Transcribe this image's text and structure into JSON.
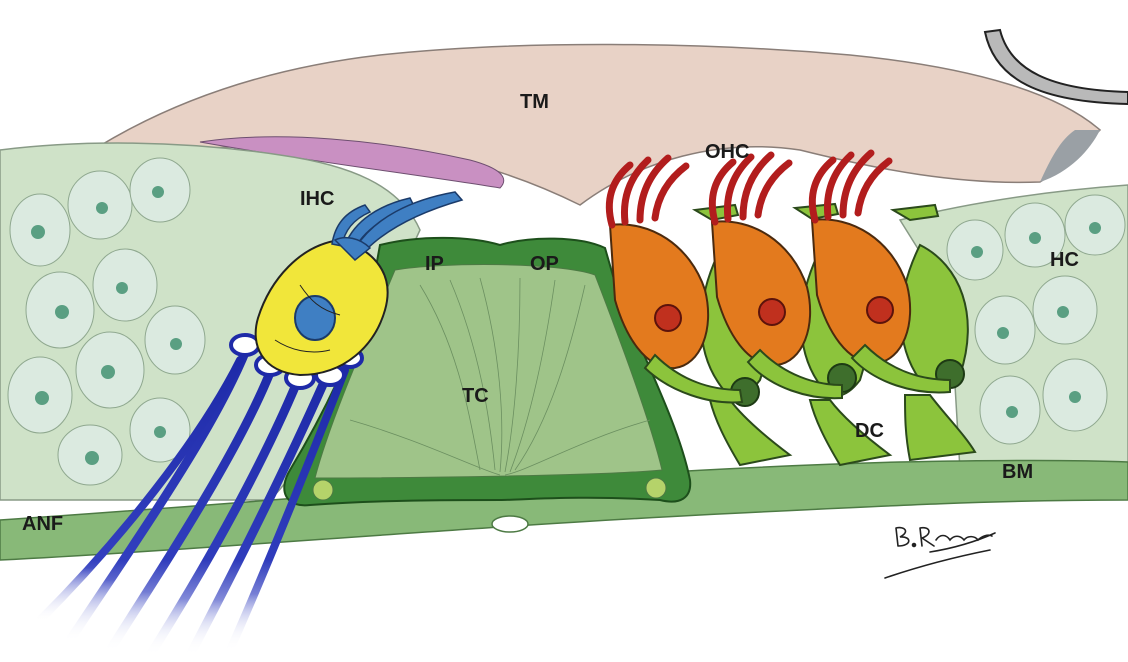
{
  "labels": {
    "tm": "TM",
    "ohc": "OHC",
    "ihc": "IHC",
    "ip": "IP",
    "op": "OP",
    "hc": "HC",
    "tc": "TC",
    "dc": "DC",
    "bm": "BM",
    "anf": "ANF"
  },
  "signature": "B. Romero",
  "colors": {
    "tectorial_membrane": "#e6cfc3",
    "tectorial_purple": "#c88fc0",
    "supporting_cells": "#cfe2c8",
    "pillar_cells": "#3e8a3a",
    "tunnel_of_corti": "#9fc489",
    "basilar_membrane": "#88b978",
    "inner_hair_cell": "#f1e63a",
    "ihc_stereocilia": "#3f7fc3",
    "outer_hair_cell": "#e37a1e",
    "ohc_stereocilia": "#b21d1d",
    "deiters_cells": "#8cc43c",
    "nerve_fibers": "#1e2aa8",
    "nuclei": "#5a9f82"
  }
}
